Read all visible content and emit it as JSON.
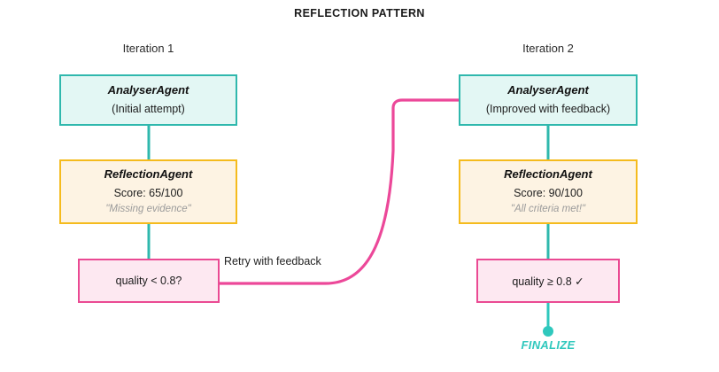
{
  "title": "REFLECTION PATTERN",
  "columns": [
    {
      "heading": "Iteration 1"
    },
    {
      "heading": "Iteration 2"
    }
  ],
  "nodes": {
    "analyser_1": {
      "title": "AnalyserAgent",
      "subtitle": "(Initial attempt)"
    },
    "reflection_1": {
      "title": "ReflectionAgent",
      "score": "Score: 65/100",
      "quote": "\"Missing evidence\""
    },
    "decision_1": {
      "text": "quality < 0.8?"
    },
    "analyser_2": {
      "title": "AnalyserAgent",
      "subtitle": "(Improved with feedback)"
    },
    "reflection_2": {
      "title": "ReflectionAgent",
      "score": "Score: 90/100",
      "quote": "\"All criteria met!\""
    },
    "decision_2": {
      "text": "quality ≥ 0.8 ✓"
    }
  },
  "edges": {
    "retry_label": "Retry with feedback"
  },
  "terminal": {
    "label": "FINALIZE"
  },
  "colors": {
    "teal_border": "#2fb8ad",
    "teal_fill": "#e3f7f4",
    "teal_accent": "#2fc8bd",
    "yellow_border": "#f5bb1d",
    "yellow_fill": "#fdf3e3",
    "pink_border": "#ea4a93",
    "pink_fill": "#fde8f1",
    "pink_edge": "#ec4899",
    "quote_text": "#9b9b9b",
    "background": "#ffffff"
  }
}
